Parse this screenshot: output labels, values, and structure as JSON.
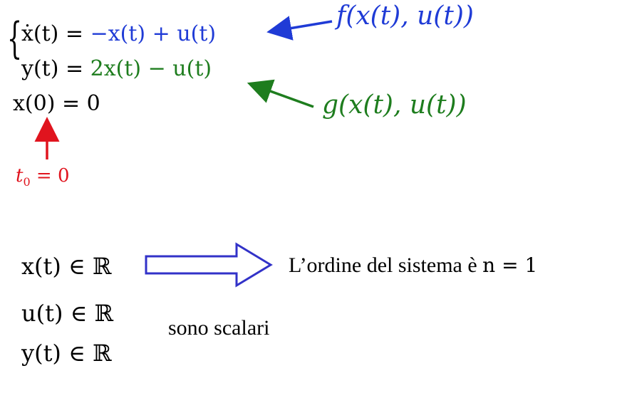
{
  "system": {
    "state_eq": {
      "lhs": "ẋ(t) = ",
      "rhs": "−x(t) + u(t)"
    },
    "output_eq": {
      "lhs": "y(t) = ",
      "rhs": "2x(t) − u(t)"
    },
    "initial_condition": "x(0) = 0"
  },
  "annotations": {
    "f_label": "f(x(t), u(t))",
    "g_label": "g(x(t), u(t))",
    "t0_label_base": "t",
    "t0_label_sub": "0",
    "t0_label_rest": " = 0"
  },
  "bottom": {
    "x_domain": "x(t) ∈ ℝ",
    "u_domain": "u(t) ∈ ℝ",
    "y_domain": "y(t) ∈ ℝ",
    "order_text": "L’ordine del sistema è ",
    "order_math": "n = 1",
    "scalars_text": "sono scalari"
  },
  "colors": {
    "blue": "#1f3bd6",
    "green": "#1e7d1e",
    "red": "#e0141e",
    "arrow_outline": "#3232c8"
  }
}
